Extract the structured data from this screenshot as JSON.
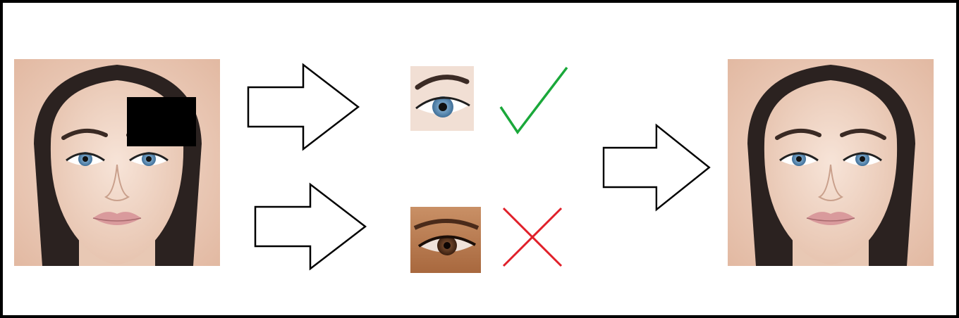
{
  "diagram": {
    "steps": [
      {
        "id": "input",
        "description_icon": "face-with-occlusion"
      },
      {
        "id": "candidate-1",
        "icon": "blue-eye-patch",
        "verdict": "accept",
        "verdict_icon": "check-mark-icon",
        "verdict_color": "#1aa83a"
      },
      {
        "id": "candidate-2",
        "icon": "brown-eye-patch",
        "verdict": "reject",
        "verdict_icon": "cross-mark-icon",
        "verdict_color": "#e0202a"
      },
      {
        "id": "output",
        "description_icon": "completed-face"
      }
    ],
    "colors": {
      "border": "#000000",
      "occlusion": "#000000",
      "skin_background": "#e9c7b3",
      "blue_iris": "#5b8fb8",
      "brown_iris": "#5a3320",
      "check": "#1aa83a",
      "cross": "#e0202a"
    }
  }
}
